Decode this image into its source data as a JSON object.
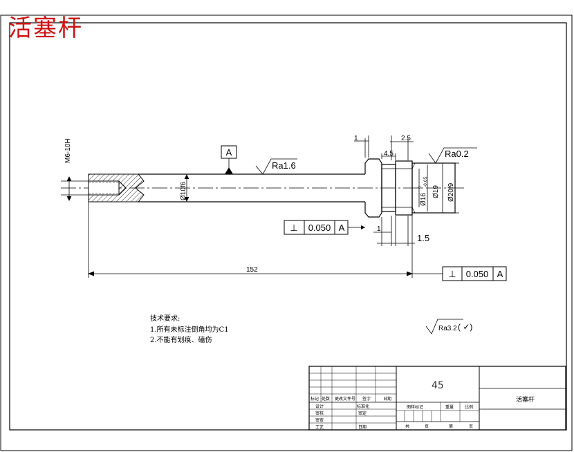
{
  "title": "活塞杆",
  "dimensions": {
    "thread": "M6-10H",
    "length": "152",
    "d1": "Ø10f6",
    "d_groove_main": "Ø16",
    "d_groove_sup": "0",
    "d_groove_sub": "-0.05",
    "d2": "Ø19",
    "d3": "Ø20f9",
    "w1": "1",
    "w2": "4.5",
    "w3": "2.5",
    "w4": "1",
    "w5": "1.5"
  },
  "datum": "A",
  "roughness": {
    "shaft": "Ra1.6",
    "end": "Ra0.2",
    "general": "Ra3.2",
    "general_suffix": "( ✓)"
  },
  "tolerance_frames": [
    {
      "symbol": "⊥",
      "value": "0.050",
      "datum": "A"
    },
    {
      "symbol": "⊥",
      "value": "0.050",
      "datum": "A"
    }
  ],
  "notes": {
    "heading": "技术要求:",
    "items": [
      "1.所有未标注倒角均为C1",
      "2.不能有划痕、磕伤"
    ]
  },
  "title_block": {
    "material": "45",
    "part_name": "活塞杆",
    "rev_headers": [
      "标记",
      "处数",
      "更改文件号",
      "签字",
      "日期"
    ],
    "role_rows": [
      "设计",
      "审核",
      "审查",
      "工艺"
    ],
    "mid_labels": [
      "标准化",
      "审定",
      "日期"
    ],
    "info_headers": [
      "图样标记",
      "重量",
      "比例"
    ],
    "sheet_labels": [
      "共",
      "页",
      "第",
      "页"
    ]
  }
}
